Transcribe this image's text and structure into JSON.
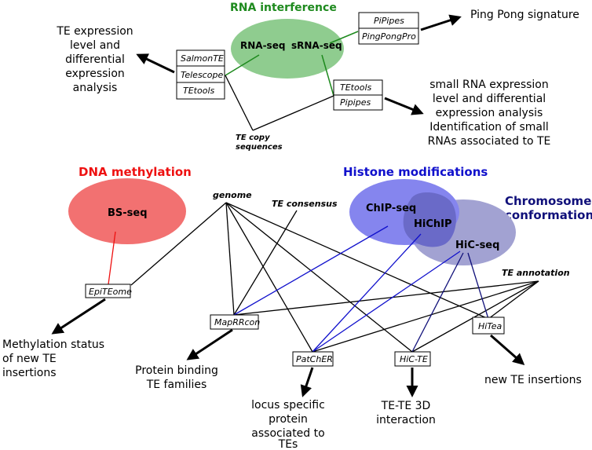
{
  "rna_interference": {
    "title": "RNA interference",
    "rna_seq": "RNA-seq",
    "srna_seq": "sRNA-seq",
    "left_tools": [
      "SalmonTE",
      "Telescope",
      "TEtools"
    ],
    "left_output": [
      "TE expression",
      "level and",
      "differential",
      "expression",
      "analysis"
    ],
    "ping_tools": [
      "PiPipes",
      "PingPongPro"
    ],
    "ping_output": "Ping Pong signature",
    "small_tools": [
      "TEtools",
      "Pipipes"
    ],
    "small_output": [
      "small RNA expression",
      "level and differential",
      "expression analysis",
      "Identification of small",
      "RNAs associated to TE"
    ],
    "te_copy": [
      "TE copy",
      "sequences"
    ]
  },
  "dna_methylation": {
    "title": "DNA methylation",
    "bs_seq": "BS-seq"
  },
  "histone": {
    "title": "Histone modifications",
    "chip_seq": "ChIP-seq",
    "hichip": "HiChIP"
  },
  "chromosome": {
    "title": [
      "Chromosome",
      "conformation"
    ],
    "hic_seq": "HiC-seq"
  },
  "inputs": {
    "genome": "genome",
    "te_consensus": "TE consensus",
    "te_annotation": "TE annotation"
  },
  "tools": {
    "epiteome": "EpiTEome",
    "maprrcon": "MapRRcon",
    "patcher": "PatChER",
    "hicte": "HiC-TE",
    "hitea": "HiTea"
  },
  "outputs": {
    "methylation": [
      "Methylation status",
      "of new TE",
      "insertions"
    ],
    "protein_binding": [
      "Protein binding",
      "TE families"
    ],
    "locus": [
      "locus specific",
      "protein",
      "associated to",
      "TEs"
    ],
    "te_te": [
      "TE-TE 3D",
      "interaction"
    ],
    "new_te": "new TE insertions"
  },
  "colors": {
    "rna": "#1e8a1e",
    "dna": "#ee1111",
    "histone": "#1010cc",
    "chromosome": "#10107a",
    "rna_ellipse": "#8fcc8f",
    "bs_ellipse": "#f27171",
    "chip_ellipse": "#8585ee",
    "hic_ellipse": "#a2a2d2",
    "hichip_ellipse": "#6a6ac8"
  }
}
